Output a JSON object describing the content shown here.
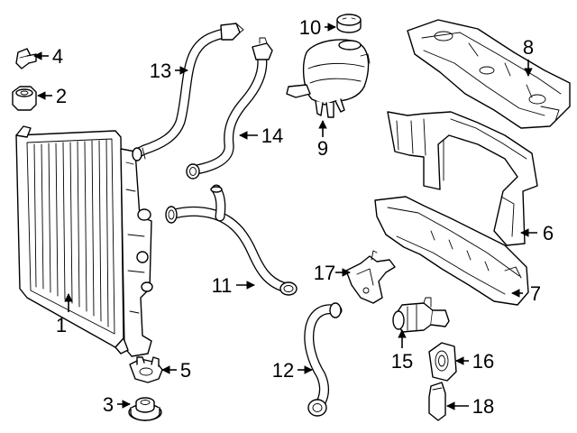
{
  "diagram": {
    "callouts": [
      {
        "id": "1",
        "label": "1"
      },
      {
        "id": "2",
        "label": "2"
      },
      {
        "id": "3",
        "label": "3"
      },
      {
        "id": "4",
        "label": "4"
      },
      {
        "id": "5",
        "label": "5"
      },
      {
        "id": "6",
        "label": "6"
      },
      {
        "id": "7",
        "label": "7"
      },
      {
        "id": "8",
        "label": "8"
      },
      {
        "id": "9",
        "label": "9"
      },
      {
        "id": "10",
        "label": "10"
      },
      {
        "id": "11",
        "label": "11"
      },
      {
        "id": "12",
        "label": "12"
      },
      {
        "id": "13",
        "label": "13"
      },
      {
        "id": "14",
        "label": "14"
      },
      {
        "id": "15",
        "label": "15"
      },
      {
        "id": "16",
        "label": "16"
      },
      {
        "id": "17",
        "label": "17"
      },
      {
        "id": "18",
        "label": "18"
      }
    ],
    "colors": {
      "line": "#000000",
      "fill": "#ffffff",
      "background": "#ffffff"
    }
  }
}
